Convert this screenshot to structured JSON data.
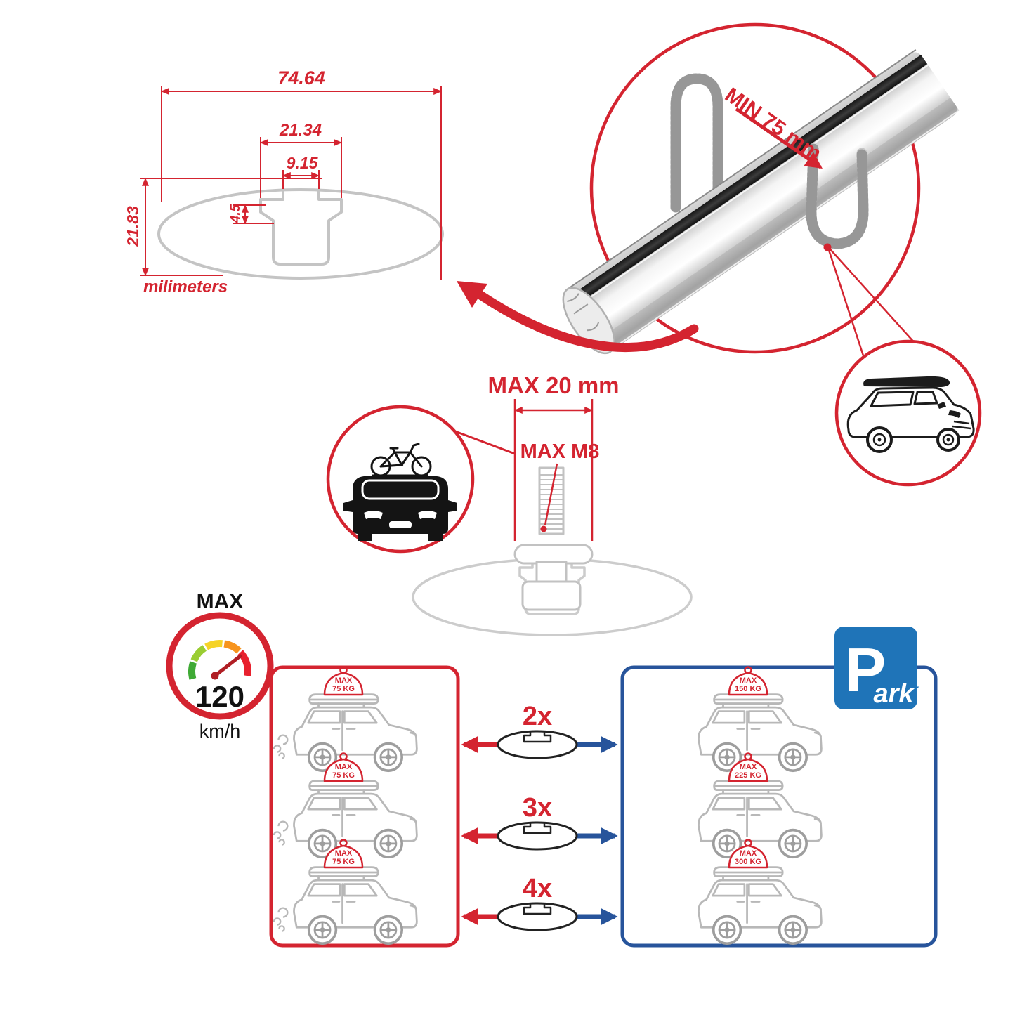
{
  "colors": {
    "red": "#d42430",
    "blue_border": "#27549b",
    "sign_blue": "#1f74b8",
    "art_gray": "#b8b8b8"
  },
  "profile_drawing": {
    "dim_total_width": "74.64",
    "dim_mid_width": "21.34",
    "dim_slot_width": "9.15",
    "dim_slot_depth": "4.5",
    "dim_total_height": "21.83",
    "unit_label": "milimeters"
  },
  "bar_closeup": {
    "min_clamp_label": "MIN 75 mm"
  },
  "bolt_diagram": {
    "max_width_label": "MAX 20 mm",
    "max_thread_label": "MAX M8"
  },
  "speed_gauge": {
    "title": "MAX",
    "value": "120",
    "unit": "km/h"
  },
  "capacity": {
    "left_cars": [
      {
        "max_label": "MAX",
        "weight": "75 KG"
      },
      {
        "max_label": "MAX",
        "weight": "75 KG"
      },
      {
        "max_label": "MAX",
        "weight": "75 KG"
      }
    ],
    "multipliers": [
      {
        "label": "2x"
      },
      {
        "label": "3x"
      },
      {
        "label": "4x"
      }
    ],
    "right_cars": [
      {
        "max_label": "MAX",
        "weight": "150 KG"
      },
      {
        "max_label": "MAX",
        "weight": "225 KG"
      },
      {
        "max_label": "MAX",
        "weight": "300 KG"
      }
    ]
  },
  "park_sign": {
    "letter": "P",
    "suffix": "ark"
  }
}
